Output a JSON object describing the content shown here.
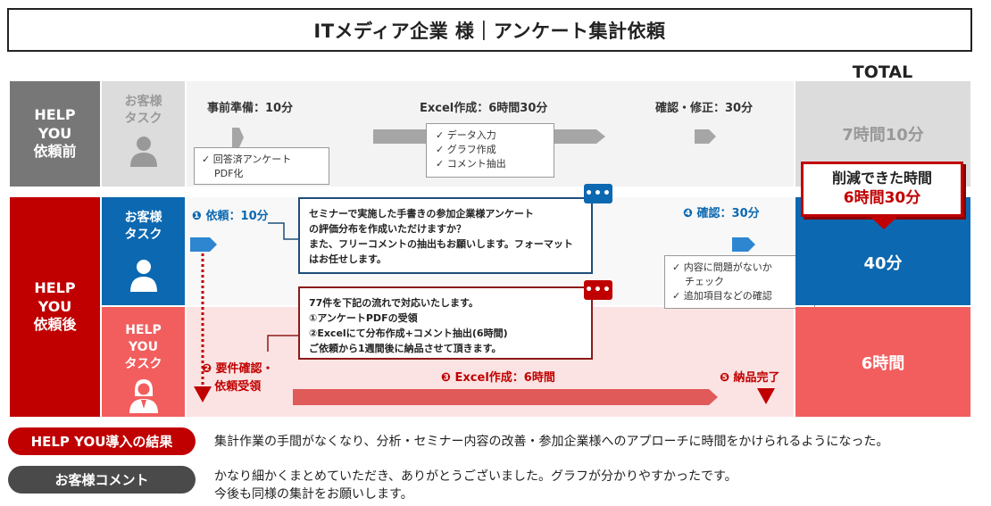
{
  "header": {
    "title": "ITメディア企業 様｜アンケート集計依頼",
    "total_label": "TOTAL"
  },
  "before": {
    "row_label_1": "HELP",
    "row_label_2": "YOU",
    "row_label_3": "依頼前",
    "sub_label_1": "お客様",
    "sub_label_2": "タスク",
    "step1": "事前準備：10分",
    "step2": "Excel作成：6時間30分",
    "step3": "確認・修正：30分",
    "note1": [
      "回答済アンケート",
      "PDF化"
    ],
    "note2": [
      "データ入力",
      "グラフ作成",
      "コメント抽出"
    ],
    "total": "7時間10分"
  },
  "reduction": {
    "label": "削減できた時間",
    "value": "6時間30分"
  },
  "after": {
    "row_label_1": "HELP",
    "row_label_2": "YOU",
    "row_label_3": "依頼後",
    "cust_sub_1": "お客様",
    "cust_sub_2": "タスク",
    "help_sub_1": "HELP",
    "help_sub_2": "YOU",
    "help_sub_3": "タスク",
    "step1": "❶ 依頼：10分",
    "step2_line1": "❷ 要件確認・",
    "step2_line2": "依頼受領",
    "step3": "❸ Excel作成：6時間",
    "step4": "❹ 確認：30分",
    "step5": "❺ 納品完了",
    "bubble1_lines": [
      "セミナーで実施した手書きの参加企業様アンケート",
      "の評価分布を作成いただけますか？",
      "また、フリーコメントの抽出もお願いします。フォーマット",
      "はお任せします。"
    ],
    "bubble2_lines": [
      "77件を下記の流れで対応いたします。",
      "①アンケートPDFの受領",
      "②Excelにて分布作成+コメント抽出(6時間)",
      "ご依頼から1週間後に納品させて頂きます。"
    ],
    "note_check": [
      "内容に問題がないか",
      "チェック",
      "追加項目などの確認"
    ],
    "total_cust": "40分",
    "total_help": "6時間",
    "chat_dots": "•••"
  },
  "results": {
    "result_label": "HELP YOU導入の結果",
    "result_text": "集計作業の手間がなくなり、分析・セミナー内容の改善・参加企業様へのアプローチに時間をかけられるようになった。",
    "comment_label": "お客様コメント",
    "comment_line1": "かなり細かくまとめていただき、ありがとうございました。グラフが分かりやすかったです。",
    "comment_line2": "今後も同様の集計をお願いします。"
  },
  "colors": {
    "accent_red": "#c00000",
    "accent_blue": "#0c68b0",
    "pink": "#f25e5e",
    "gray": "#777777"
  }
}
